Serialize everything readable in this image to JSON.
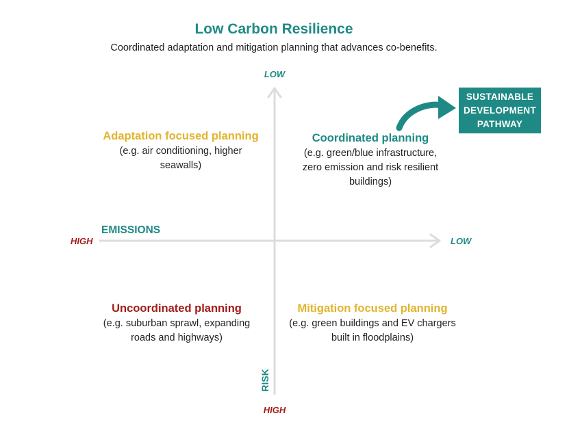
{
  "title": "Low Carbon Resilience",
  "subtitle": "Coordinated adaptation and mitigation planning that advances co-benefits.",
  "axes": {
    "vertical_top": "LOW",
    "vertical_bottom": "HIGH",
    "vertical_name": "RISK",
    "horizontal_left": "HIGH",
    "horizontal_right": "LOW",
    "horizontal_name": "EMISSIONS"
  },
  "quadrants": {
    "top_left": {
      "title": "Adaptation focused planning",
      "desc": "(e.g. air conditioning, higher seawalls)"
    },
    "top_right": {
      "title": "Coordinated planning",
      "desc": "(e.g. green/blue infrastructure, zero emission and risk resilient buildings)"
    },
    "bottom_left": {
      "title": "Uncoordinated planning",
      "desc": "(e.g. suburban sprawl, expanding roads and highways)"
    },
    "bottom_right": {
      "title": "Mitigation focused planning",
      "desc": "(e.g. green buildings and EV chargers built in floodplains)"
    }
  },
  "pathway_box": "SUSTAINABLE DEVELOPMENT PATHWAY",
  "colors": {
    "teal": "#1f8a85",
    "red": "#a01d18",
    "gold": "#e2b42d",
    "axis": "#dcdcdc"
  },
  "icons": [
    "up-arrow-icon",
    "right-arrow-icon",
    "curved-arrow-icon"
  ]
}
